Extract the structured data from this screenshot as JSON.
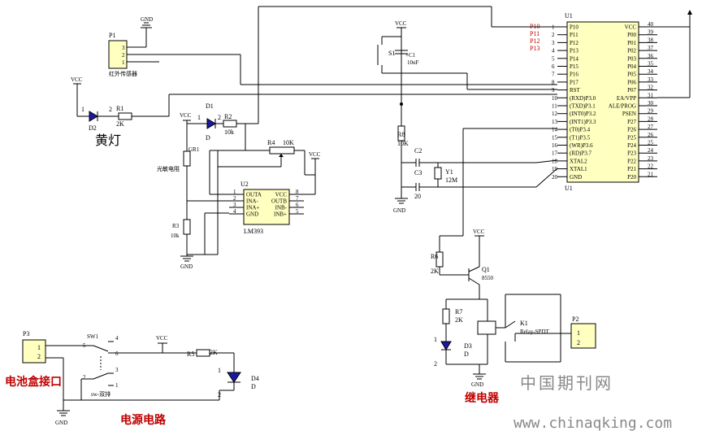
{
  "labels": {
    "gnd": "GND",
    "vcc": "VCC",
    "p1_name": "P1",
    "p1_pins": [
      "3",
      "2",
      "1"
    ],
    "p1_desc": "红外传感器",
    "d2_name": "D2",
    "d2_pins": [
      "1",
      "2"
    ],
    "yellow_light": "黄灯",
    "r1_name": "R1",
    "r1_val": "2K",
    "d1_name": "D1",
    "d1_pins": [
      "1",
      "2"
    ],
    "d1_sub": "D",
    "r2_name": "R2",
    "r2_val": "10k",
    "gr1_name": "GR1",
    "photoresistor": "光敏电阻",
    "r4_name": "R4",
    "r4_val": "10K",
    "r3_name": "R3",
    "r3_val": "10k",
    "u2_name": "U2",
    "u2_chip": "LM393",
    "u2_left_pins": [
      "1",
      "2",
      "3",
      "4"
    ],
    "u2_right_pins": [
      "8",
      "7",
      "6",
      "5"
    ],
    "u2_left_labels": [
      "OUTA",
      "INA-",
      "INA+",
      "GND"
    ],
    "u2_right_labels": [
      "VCC",
      "OUTB",
      "INB-",
      "INB+"
    ],
    "s1_name": "S1",
    "c1_name": "+C1",
    "c1_val": "10uF",
    "r8_name": "R8",
    "r8_val": "10K",
    "c2_name": "C2",
    "c3_name": "C3",
    "cap_val": "20",
    "y1_name": "Y1",
    "y1_val": "12M",
    "u1_name": "U1",
    "u1_left_pins": [
      "1",
      "2",
      "3",
      "4",
      "5",
      "6",
      "7",
      "8",
      "9",
      "10",
      "11",
      "12",
      "13",
      "14",
      "15",
      "16",
      "17",
      "18",
      "19",
      "20"
    ],
    "u1_left_labels": [
      "P10",
      "P11",
      "P12",
      "P13",
      "P14",
      "P15",
      "P16",
      "P17",
      "RST",
      "(RXD)P3.0",
      "(TXD)P3.1",
      "(INT0)P3.2",
      "(INT1)P3.3",
      "(T0)P3.4",
      "(T1)P3.5",
      "(WR)P3.6",
      "(RD)P3.7",
      "XTAL2",
      "XTAL1",
      "GND"
    ],
    "u1_right_pins": [
      "40",
      "39",
      "38",
      "37",
      "36",
      "35",
      "34",
      "33",
      "32",
      "31",
      "30",
      "29",
      "28",
      "27",
      "26",
      "25",
      "24",
      "23",
      "22",
      "21"
    ],
    "u1_right_labels": [
      "VCC",
      "P00",
      "P01",
      "P02",
      "P03",
      "P04",
      "P05",
      "P06",
      "P07",
      "EA/VPP",
      "ALE/PROG",
      "PSEN",
      "P27",
      "P26",
      "P25",
      "P24",
      "P23",
      "P22",
      "P21",
      "P20"
    ],
    "u1_net_labels": [
      "P10",
      "P11",
      "P12",
      "P13"
    ],
    "r6_name": "R6",
    "r6_val": "2K",
    "q1_name": "Q1",
    "q1_val": "8550",
    "r7_name": "R7",
    "r7_val": "2K",
    "d3_name": "D3",
    "d3_sub": "D",
    "d3_pins": [
      "1",
      "2"
    ],
    "k1_name": "K1",
    "k1_val": "Relay-SPDT",
    "p2_name": "P2",
    "p2_pins": [
      "1",
      "2"
    ],
    "relay_title": "继电器",
    "p3_name": "P3",
    "p3_pins": [
      "1",
      "2"
    ],
    "battery_title": "电池盒接口",
    "sw1_name": "SW1",
    "sw1_pins": [
      "5",
      "4",
      "6",
      "2",
      "3",
      "1"
    ],
    "sw1_desc": "sw-双排",
    "r5_name": "R5",
    "r5_val": "2K",
    "d4_name": "D4",
    "d4_sub": "D",
    "d4_pins": [
      "1",
      "2"
    ],
    "power_title": "电源电路",
    "wm_cn": "中国期刊网",
    "wm_en": "www.chinaqking.com"
  }
}
